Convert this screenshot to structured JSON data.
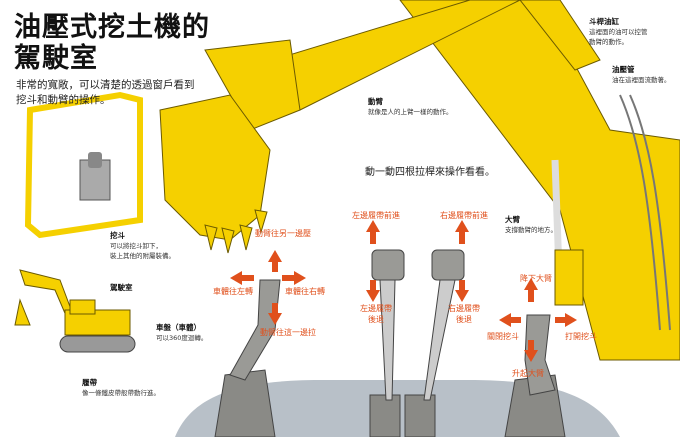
{
  "header": {
    "title_line1": "油壓式挖土機的",
    "title_line2": "駕駛室",
    "subtitle_line1": "非常的寬敞，可以清楚的透過窗戶看到",
    "subtitle_line2": "挖斗和動臂的操作。"
  },
  "callouts": {
    "arm_cylinder": {
      "title": "斗桿油缸",
      "line1": "這裡面的油可以控管",
      "line2": "動臂的動作。"
    },
    "hydraulic_hose": {
      "title": "油壓管",
      "line1": "油在這裡面流動著。"
    },
    "arm": {
      "title": "動臂",
      "line1": "就像是人的上臂一樣的動作。"
    },
    "bucket": {
      "title": "挖斗",
      "line1": "可以將挖斗卸下，",
      "line2": "裝上其他的附屬裝備。"
    },
    "cab": {
      "title": "駕駛室"
    },
    "body": {
      "title": "車盤（車體）",
      "line1": "可以360度迴轉。"
    },
    "track": {
      "title": "履帶",
      "line1": "像一條鐵皮帶般帶動行進。"
    },
    "boom": {
      "title": "大臂",
      "line1": "支撐動臂的地方。"
    }
  },
  "instruction": "動一動四根拉桿來操作看看。",
  "levers": {
    "left_joystick": {
      "up": "動臂往另一邊壓",
      "left": "車體往左轉",
      "right": "車體往右轉",
      "down": "動臂往這一邊拉"
    },
    "left_track": {
      "up": "左邊履帶前進",
      "down_line1": "左邊履帶",
      "down_line2": "後退"
    },
    "right_track": {
      "up": "右邊履帶前進",
      "down_line1": "右邊履帶",
      "down_line2": "後退"
    },
    "right_joystick": {
      "up": "降下大臂",
      "left": "關閉挖斗",
      "right": "打開挖斗",
      "down": "升起大臂"
    }
  },
  "colors": {
    "machine_yellow": "#f5d000",
    "arrow_orange": "#e0501c",
    "lever_gray": "#8a8a86",
    "cab_floor": "#b8c0c8"
  }
}
